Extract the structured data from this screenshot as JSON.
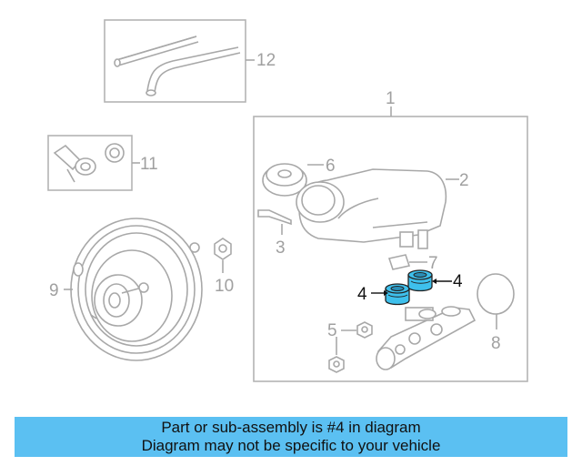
{
  "diagram": {
    "callouts": {
      "c1": "1",
      "c2": "2",
      "c3": "3",
      "c4a": "4",
      "c4b": "4",
      "c5": "5",
      "c6": "6",
      "c7": "7",
      "c8": "8",
      "c9": "9",
      "c10": "10",
      "c11": "11",
      "c12": "12"
    },
    "highlight_color": "#3ec0ec"
  },
  "caption": {
    "line1": "Part or sub-assembly is #4 in diagram",
    "line2": "Diagram may not be specific to your vehicle",
    "background": "#5bc0f2"
  }
}
